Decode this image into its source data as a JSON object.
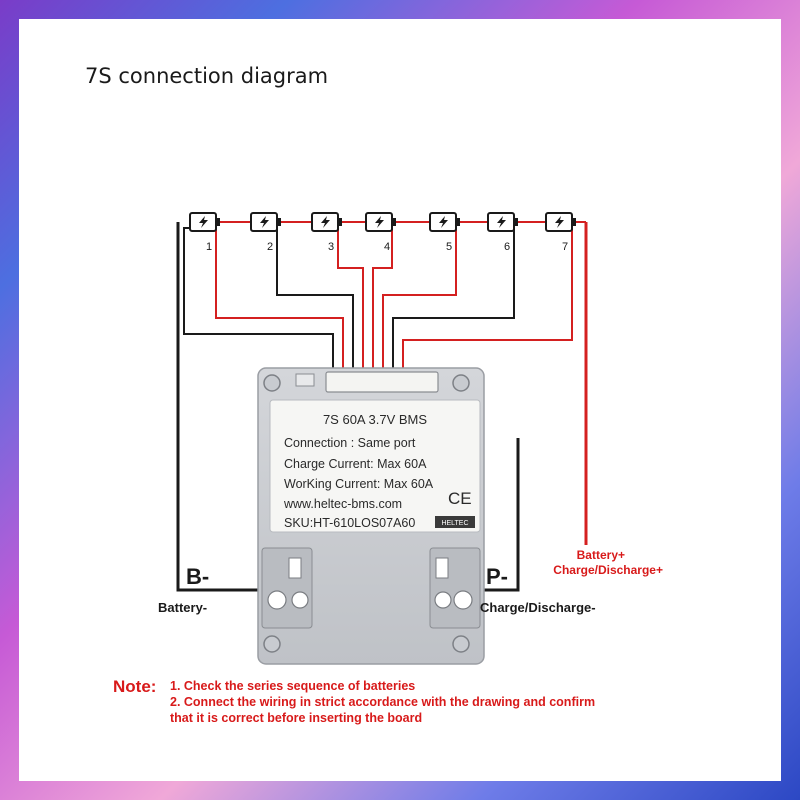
{
  "title": "7S connection diagram",
  "colors": {
    "red_wire": "#d42020",
    "black_wire": "#1a1a1a",
    "note_red": "#d81a1a"
  },
  "cells": [
    {
      "icon": "battery-cell-icon",
      "number": "1"
    },
    {
      "icon": "battery-cell-icon",
      "number": "2"
    },
    {
      "icon": "battery-cell-icon",
      "number": "3"
    },
    {
      "icon": "battery-cell-icon",
      "number": "4"
    },
    {
      "icon": "battery-cell-icon",
      "number": "5"
    },
    {
      "icon": "battery-cell-icon",
      "number": "6"
    },
    {
      "icon": "battery-cell-icon",
      "number": "7"
    }
  ],
  "bms": {
    "label_lines": [
      "7S 60A 3.7V BMS",
      "Connection : Same port",
      "Charge Current:  Max 60A",
      "WorKing Current:  Max 60A",
      "www.heltec-bms.com",
      "SKU:HT-610LOS07A60"
    ],
    "ce_mark": "CE",
    "brand_badge": "HELTEC"
  },
  "terminals": {
    "b_minus": "B-",
    "p_minus": "P-",
    "battery_minus_label": "Battery-",
    "charge_discharge_minus_label": "Charge/Discharge-",
    "battery_plus_label": "Battery+",
    "charge_discharge_plus_label": "Charge/Discharge+"
  },
  "note": {
    "heading": "Note:",
    "lines": [
      "1. Check the series sequence of batteries",
      "2. Connect the wiring in strict accordance with the drawing and confirm",
      "that it is correct before inserting the board"
    ]
  }
}
